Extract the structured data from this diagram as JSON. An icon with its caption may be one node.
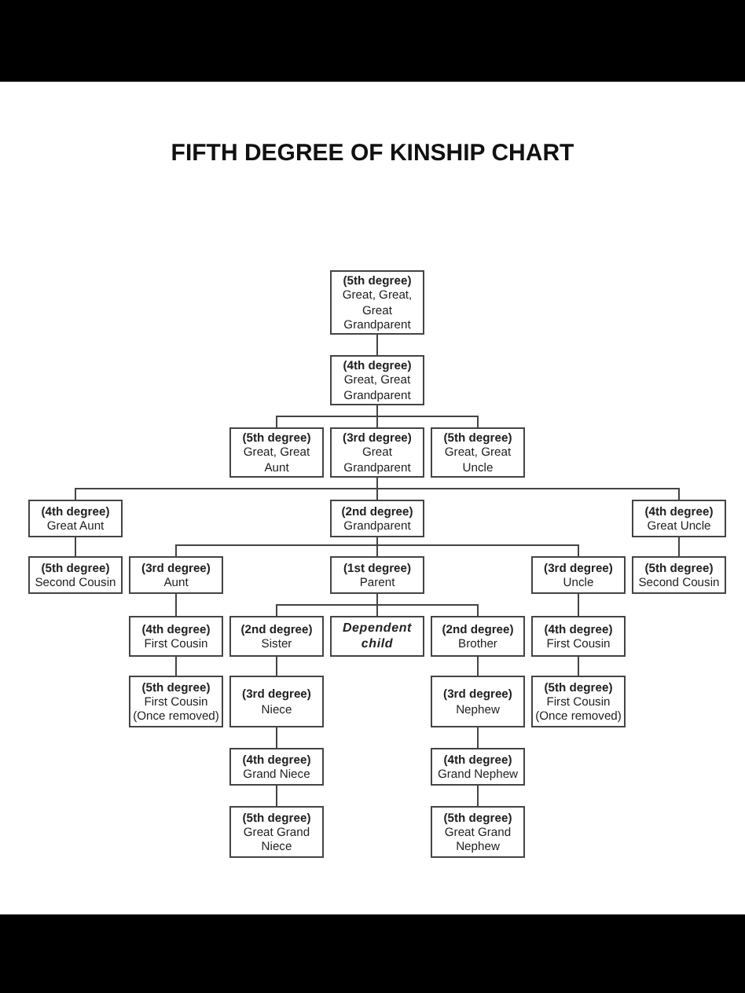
{
  "diagram": {
    "title": "FIFTH DEGREE OF KINSHIP CHART",
    "nodes": [
      {
        "text": [
          "(5th degree)",
          "Great, Great, Great Grandparent"
        ]
      },
      {
        "text": [
          "(4th degree)",
          "Great, Great Grandparent"
        ]
      },
      {
        "text": [
          "(5th degree)",
          "Great, Great Aunt"
        ]
      },
      {
        "text": [
          "(3rd degree)",
          "Great Grandparent"
        ]
      },
      {
        "text": [
          "(5th degree)",
          "Great, Great Uncle"
        ]
      },
      {
        "text": [
          "(4th degree)",
          "Great Aunt"
        ]
      },
      {
        "text": [
          "(2nd degree)",
          "Grandparent"
        ]
      },
      {
        "text": [
          "(4th degree)",
          "Great Uncle"
        ]
      },
      {
        "text": [
          "(5th degree)",
          "Second Cousin"
        ]
      },
      {
        "text": [
          "(3rd degree)",
          "Aunt"
        ]
      },
      {
        "text": [
          "(1st degree)",
          "Parent"
        ]
      },
      {
        "text": [
          "(3rd degree)",
          "Uncle"
        ]
      },
      {
        "text": [
          "(5th degree)",
          "Second Cousin"
        ]
      },
      {
        "text": [
          "(4th degree)",
          "First Cousin"
        ]
      },
      {
        "text": [
          "(2nd degree)",
          "Sister"
        ]
      },
      {
        "text": [
          "Dependent child"
        ]
      },
      {
        "text": [
          "(2nd degree)",
          "Brother"
        ]
      },
      {
        "text": [
          "(4th degree)",
          "First Cousin"
        ]
      },
      {
        "text": [
          "(5th degree)",
          "First Cousin (Once removed)"
        ]
      },
      {
        "text": [
          "(3rd degree)",
          "Niece"
        ]
      },
      {
        "text": [
          "(3rd degree)",
          "Nephew"
        ]
      },
      {
        "text": [
          "(5th degree)",
          "First Cousin (Once removed)"
        ]
      },
      {
        "text": [
          "(4th degree)",
          "Grand Niece"
        ]
      },
      {
        "text": [
          "(4th degree)",
          "Grand Nephew"
        ]
      },
      {
        "text": [
          "(5th degree)",
          "Great Grand Niece"
        ]
      },
      {
        "text": [
          "(5th degree)",
          "Great Grand Nephew"
        ]
      }
    ],
    "edges": [
      {
        "from": 0,
        "to": 1,
        "arrow": "none"
      },
      {
        "from": 1,
        "to": 2,
        "arrow": "none"
      },
      {
        "from": 1,
        "to": 3,
        "arrow": "none"
      },
      {
        "from": 1,
        "to": 4,
        "arrow": "none"
      },
      {
        "from": 3,
        "to": 5,
        "arrow": "none"
      },
      {
        "from": 3,
        "to": 6,
        "arrow": "none"
      },
      {
        "from": 3,
        "to": 7,
        "arrow": "none"
      },
      {
        "from": 5,
        "to": 8,
        "arrow": "none"
      },
      {
        "from": 7,
        "to": 12,
        "arrow": "none"
      },
      {
        "from": 6,
        "to": 9,
        "arrow": "none"
      },
      {
        "from": 6,
        "to": 10,
        "arrow": "none"
      },
      {
        "from": 6,
        "to": 11,
        "arrow": "none"
      },
      {
        "from": 10,
        "to": 14,
        "arrow": "none"
      },
      {
        "from": 10,
        "to": 15,
        "arrow": "none"
      },
      {
        "from": 10,
        "to": 16,
        "arrow": "none"
      },
      {
        "from": 9,
        "to": 13,
        "arrow": "none"
      },
      {
        "from": 11,
        "to": 17,
        "arrow": "none"
      },
      {
        "from": 13,
        "to": 18,
        "arrow": "none"
      },
      {
        "from": 14,
        "to": 19,
        "arrow": "none"
      },
      {
        "from": 16,
        "to": 20,
        "arrow": "none"
      },
      {
        "from": 17,
        "to": 21,
        "arrow": "none"
      },
      {
        "from": 19,
        "to": 22,
        "arrow": "none"
      },
      {
        "from": 20,
        "to": 23,
        "arrow": "none"
      },
      {
        "from": 22,
        "to": 24,
        "arrow": "none"
      },
      {
        "from": 23,
        "to": 25,
        "arrow": "none"
      }
    ]
  }
}
